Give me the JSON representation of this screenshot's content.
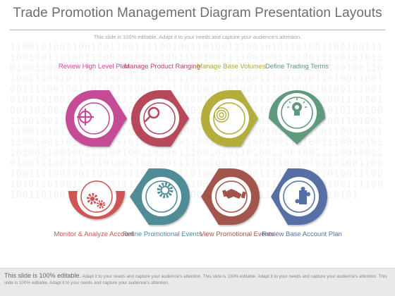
{
  "header": {
    "title": "Trade Promotion Management Diagram Presentation Layouts",
    "subtitle": "This slide is 100% editable. Adapt it to your needs and capture your audience's attention."
  },
  "background_pattern": "11001010011001001100111100100110100111001010110100110010011110010011010011100101011010011001001111001001101001110010101101001100100111100100110100111001010110100110010011110010011010011100101011010011001001111001001101001110010101101001100100111100100110100111001010110100110010011110010011010011100101011010011001001111001001101001110010101101001100100111100100110100111001010110100110010011110010011010011100101011010011001001111001001101001110010101101001100100111100100110100111001010110100110010011110010011010011100101011010011001001111001001101001110010101101001100100111100100110100111001010110100110010011110010011010011100101011010011001001111001001101001110010101101001100100111100100110100111001010110100110010011110010011010011100101011010011001001111001001101001110010101101001100100111100100110100111001010110100110010011110010011010011100101011010011001001111001001101001110010101",
  "steps": [
    {
      "label": "Review High Level Plan",
      "color": "#c64b96",
      "icon": "target-icon"
    },
    {
      "label": "Manage Product Ranging",
      "color": "#b5485a",
      "icon": "magnifier-icon"
    },
    {
      "label": "Manage Base Volumes",
      "color": "#b3ad3b",
      "icon": "concentric-target-icon"
    },
    {
      "label": "Define Trading Terms",
      "color": "#5f9a7c",
      "icon": "lightbulb-icon"
    },
    {
      "label": "Monitor & Analyze Account",
      "color": "#cd5454",
      "icon": "gears-icon"
    },
    {
      "label": "Refine Promotional Events",
      "color": "#4f8c95",
      "icon": "gear-icon"
    },
    {
      "label": "View Promotional Events",
      "color": "#a2544c",
      "icon": "handshake-icon"
    },
    {
      "label": "Review Base Account Plan",
      "color": "#5670a6",
      "icon": "puzzle-icon"
    }
  ],
  "footer": {
    "lead": "This slide is 100% editable.",
    "body": " Adapt it to your needs and capture your audience's attention. This slide is 100% editable. Adapt it to your needs and capture your audience's attention. This slide is 100% editable. Adapt it to your needs and capture your audience's attention."
  }
}
